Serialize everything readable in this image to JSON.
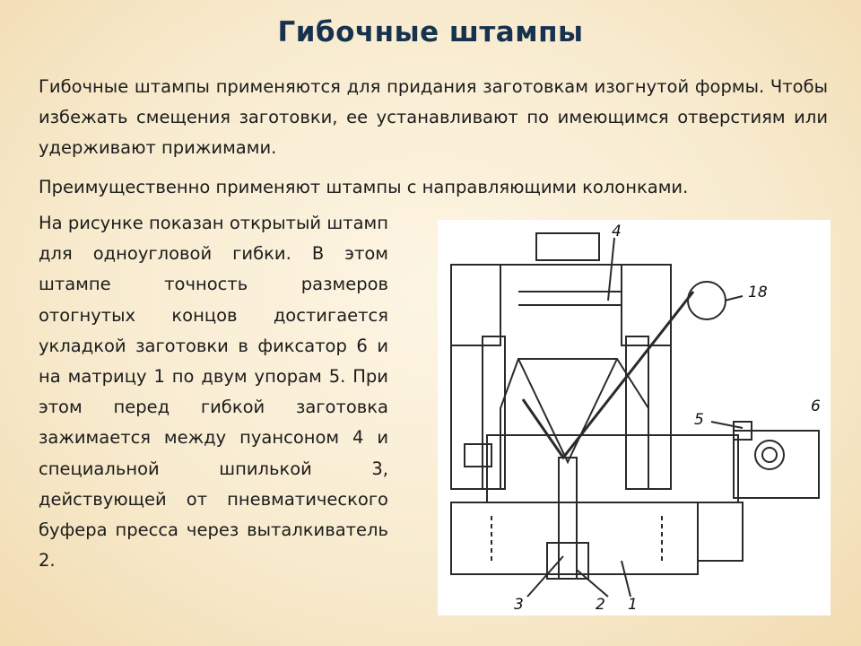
{
  "title": "Гибочные штампы",
  "paragraph1": "Гибочные штампы применяются для придания заготовкам изогнутой формы. Чтобы избежать смещения заготовки, ее устанавливают по имеющимся отверстиям или удерживают прижимами.",
  "paragraph2": "Преимущественно применяют штампы с направляющими колонками.",
  "paragraph3": "На рисунке показан открытый штамп для одноугловой гибки. В этом штампе точность размеров отогнутых концов достигается укладкой заготовки в фиксатор 6 и на матрицу 1 по двум упорам 5. При этом перед гибкой заготовка зажимается между пуансоном 4 и специальной шпилькой 3, действующей от пневматического буфера пресса через выталкиватель 2.",
  "figure": {
    "labels": {
      "l4": "4",
      "l18": "18",
      "l5": "5",
      "l6": "6",
      "l3": "3",
      "l2": "2",
      "l1": "1"
    }
  }
}
